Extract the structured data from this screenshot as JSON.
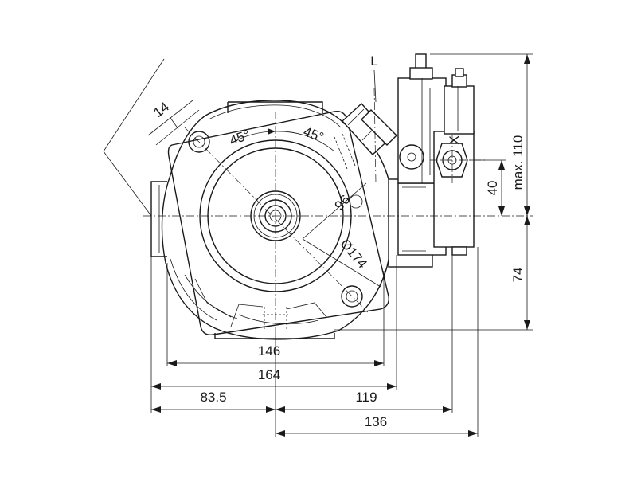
{
  "drawing": {
    "port_label": "L",
    "port_label_x": "X",
    "dimensions": {
      "d146": "146",
      "d164": "164",
      "d83_5": "83.5",
      "d119": "119",
      "d136": "136",
      "d74": "74",
      "d40": "40",
      "dmax110": "max. 110",
      "d14": "14",
      "angle_left": "45°",
      "angle_right": "45°",
      "d96": "96",
      "dia174": "Ø174"
    }
  }
}
